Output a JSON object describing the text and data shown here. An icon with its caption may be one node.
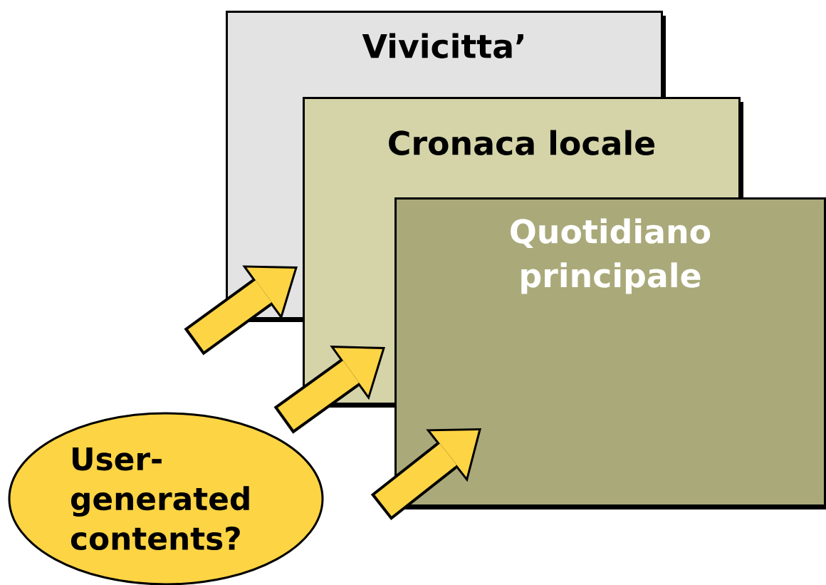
{
  "diagram": {
    "nodes": [
      {
        "text": [
          "Vivicitta’"
        ]
      },
      {
        "text": [
          "Cronaca locale"
        ]
      },
      {
        "text": [
          "Quotidiano principale"
        ]
      },
      {
        "text": [
          "User-generated contents?"
        ]
      }
    ],
    "edges": [
      {
        "from": null,
        "to": 0,
        "arrow": "to"
      },
      {
        "from": null,
        "to": 1,
        "arrow": "to"
      },
      {
        "from": null,
        "to": 2,
        "arrow": "to"
      }
    ]
  }
}
